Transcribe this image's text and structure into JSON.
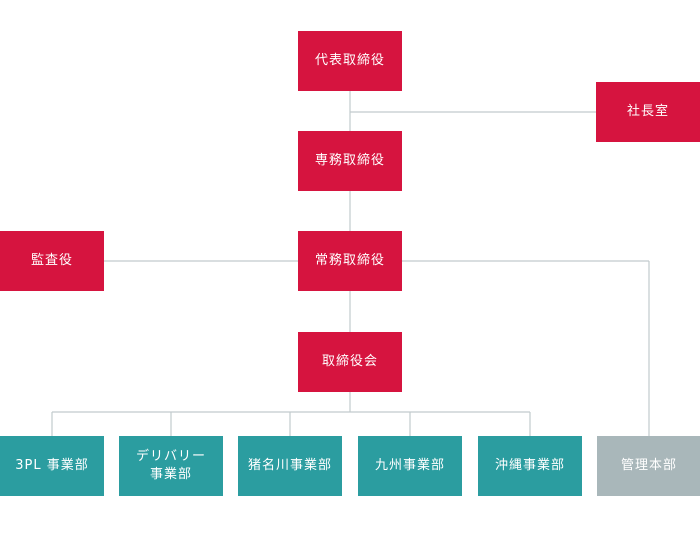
{
  "nodes": {
    "ceo": "代表取締役",
    "president_office": "社長室",
    "senior_director": "専務取締役",
    "auditor": "監査役",
    "managing_director": "常務取締役",
    "board": "取締役会"
  },
  "departments": [
    "3PL 事業部",
    "デリバリー\n事業部",
    "猪名川事業部",
    "九州事業部",
    "沖縄事業部",
    "管理本部"
  ],
  "colors": {
    "executive": "#d6143f",
    "division": "#2b9da0",
    "administration": "#a9b7ba",
    "connector": "#c2cacd"
  }
}
